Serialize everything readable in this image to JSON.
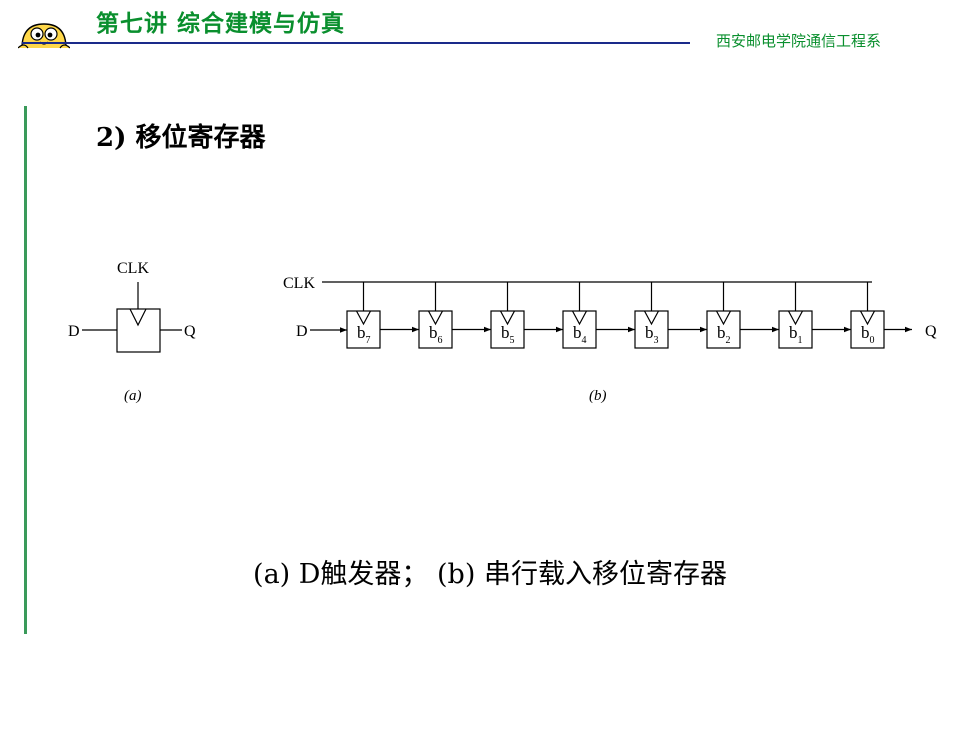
{
  "header": {
    "title": "第七讲 综合建模与仿真",
    "org": "西安邮电学院通信工程系",
    "accent_color": "#0a8f2e",
    "line_color": "#1a2a8a",
    "mascot_icon": "peeking-face-icon"
  },
  "section": {
    "title": "2) 移位寄存器"
  },
  "diagram_a": {
    "clk_label": "CLK",
    "d_label": "D",
    "q_label": "Q",
    "caption": "(a)"
  },
  "diagram_b": {
    "clk_label": "CLK",
    "d_label": "D",
    "q_label": "Q",
    "caption": "(b)",
    "cells": [
      {
        "base": "b",
        "sub": "7"
      },
      {
        "base": "b",
        "sub": "6"
      },
      {
        "base": "b",
        "sub": "5"
      },
      {
        "base": "b",
        "sub": "4"
      },
      {
        "base": "b",
        "sub": "3"
      },
      {
        "base": "b",
        "sub": "2"
      },
      {
        "base": "b",
        "sub": "1"
      },
      {
        "base": "b",
        "sub": "0"
      }
    ]
  },
  "caption": "(a) D触发器；  (b) 串行载入移位寄存器"
}
